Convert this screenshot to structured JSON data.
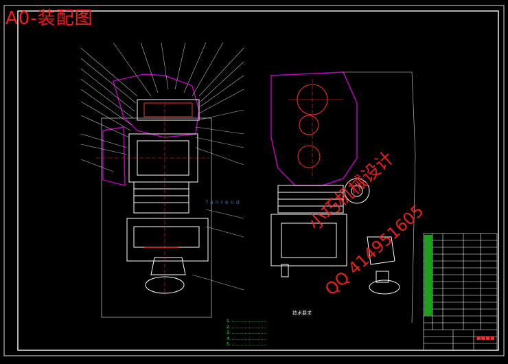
{
  "drawing": {
    "title": "A0-装配图",
    "logo_text": "fanrend",
    "watermark_cn": "小巧机械设计",
    "watermark_qq": "QQ 414951605",
    "notes_heading": "技术要求",
    "notes_lines": [
      "1. ..........................",
      "2. ..........................",
      "3. ..........................",
      "4. ..........................",
      "5. .........................."
    ],
    "title_block_label": "■■■■"
  },
  "colors": {
    "background": "#000000",
    "outline": "#ffffff",
    "red": "#ff1a1a",
    "green": "#33ff33",
    "hatch": "#c000c0"
  }
}
